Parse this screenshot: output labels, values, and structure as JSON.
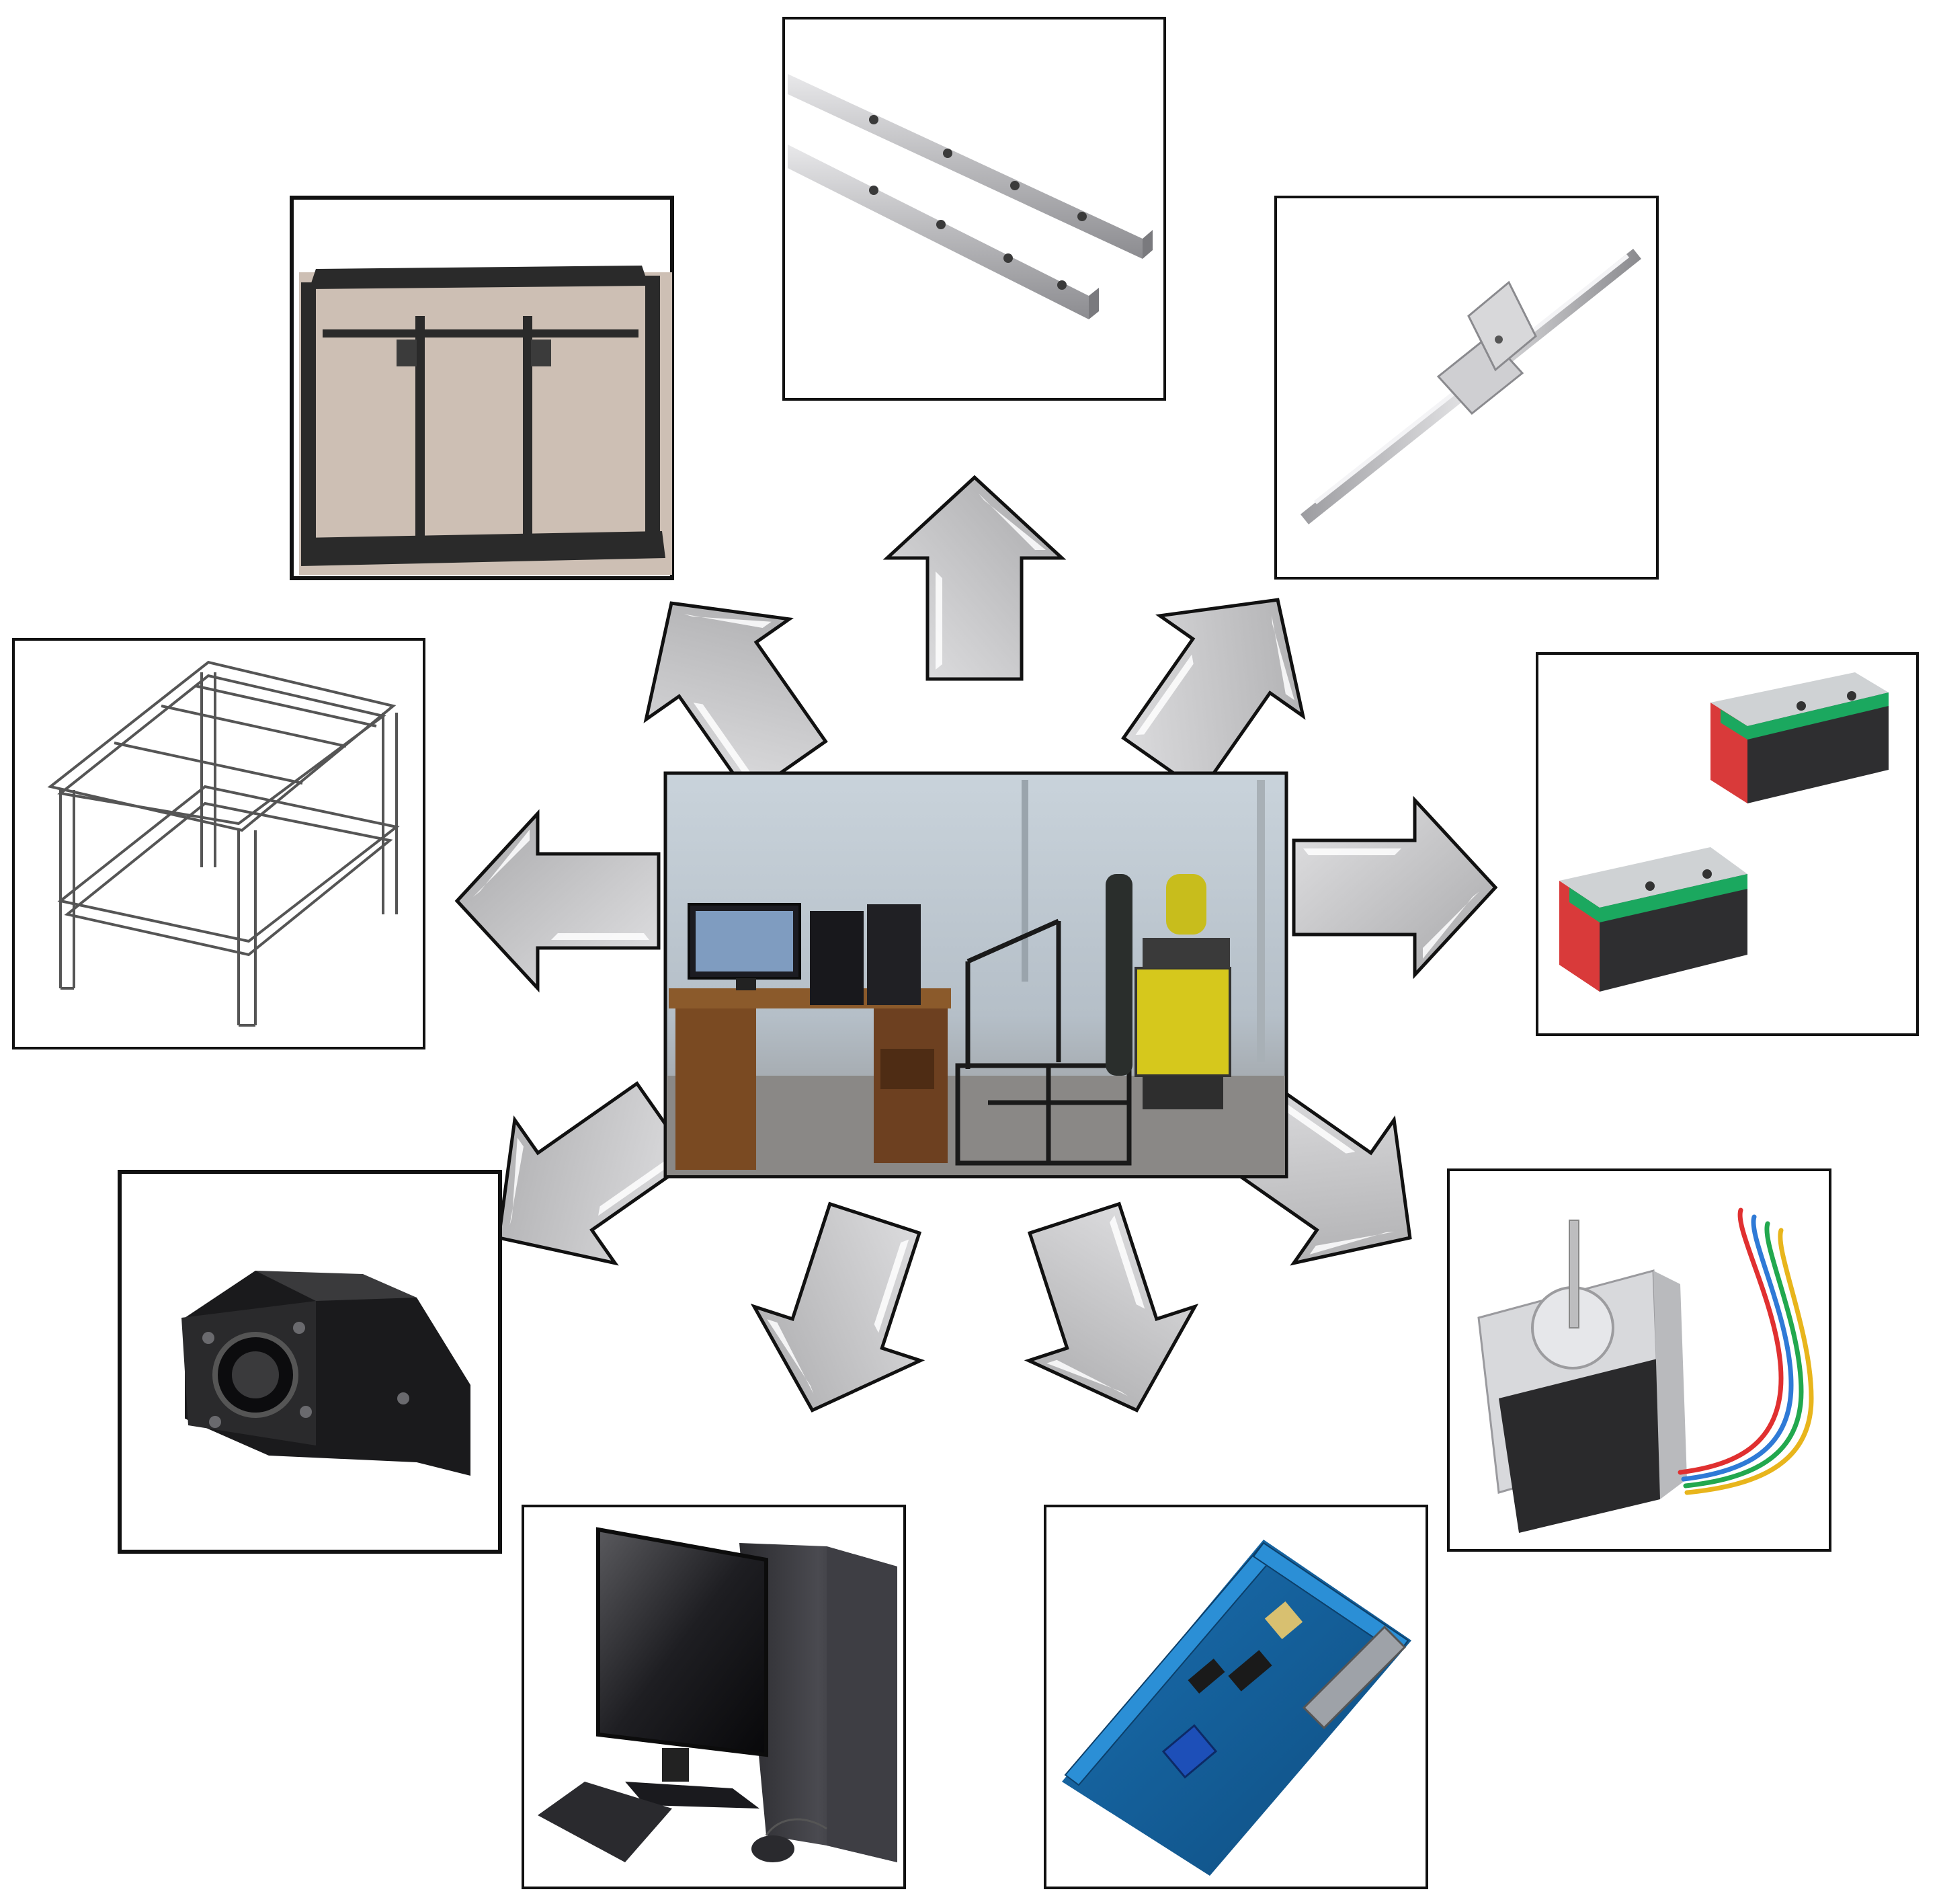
{
  "diagram": {
    "center": {
      "name": "wire-arc-am-system-photo",
      "icon": "welding-cnc-setup-photo"
    },
    "components": [
      {
        "name": "frame-assembled-photo",
        "icon": "metal-frame-icon"
      },
      {
        "name": "linear-guide-rails",
        "icon": "linear-rail-icon"
      },
      {
        "name": "ball-screw",
        "icon": "ball-screw-icon"
      },
      {
        "name": "linear-carriage-blocks",
        "icon": "linear-carriage-icon"
      },
      {
        "name": "stepper-motor",
        "icon": "stepper-motor-icon"
      },
      {
        "name": "breakout-board",
        "icon": "controller-board-icon"
      },
      {
        "name": "desktop-computer",
        "icon": "computer-icon"
      },
      {
        "name": "ball-screw-support-bearing",
        "icon": "bearing-block-icon"
      },
      {
        "name": "frame-line-drawing",
        "icon": "frame-sketch-icon"
      }
    ],
    "colors": {
      "arrow_fill": "#c4c4c6",
      "arrow_stroke": "#111111",
      "frame_border": "#111111",
      "background": "#ffffff"
    }
  }
}
